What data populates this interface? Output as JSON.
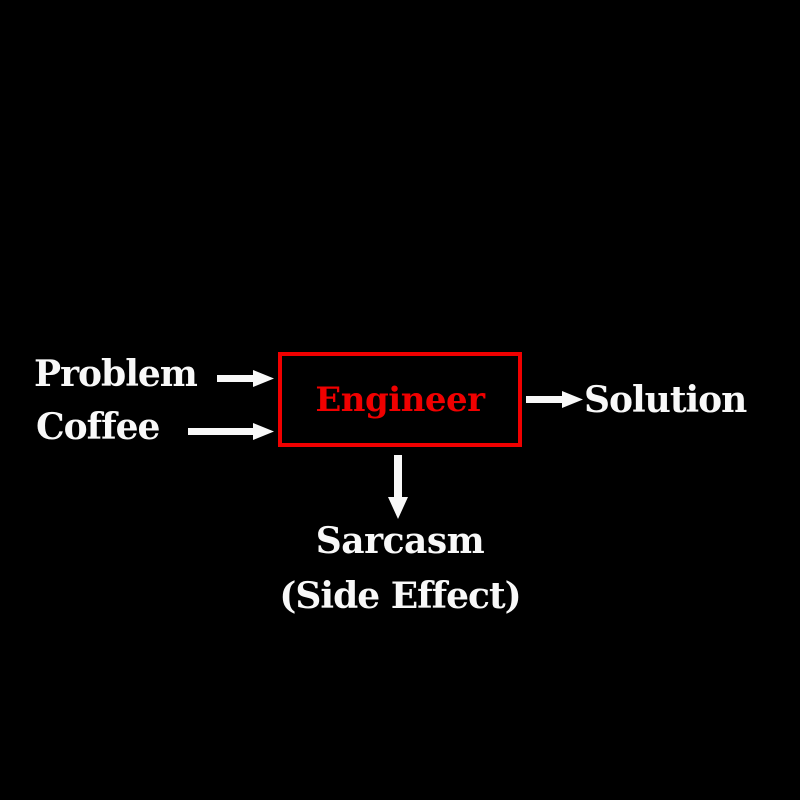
{
  "diagram": {
    "type": "process-block",
    "inputs": [
      {
        "id": "problem",
        "label": "Problem"
      },
      {
        "id": "coffee",
        "label": "Coffee"
      }
    ],
    "process": {
      "label": "Engineer"
    },
    "output": {
      "label": "Solution"
    },
    "side_effect": {
      "label": "Sarcasm",
      "note": "(Side Effect)"
    },
    "edges": [
      {
        "from": "Problem",
        "to": "Engineer"
      },
      {
        "from": "Coffee",
        "to": "Engineer"
      },
      {
        "from": "Engineer",
        "to": "Solution"
      },
      {
        "from": "Engineer",
        "to": "Sarcasm (Side Effect)"
      }
    ]
  },
  "colors": {
    "background": "#000000",
    "text": "#f8f8f8",
    "accent": "#f00000",
    "arrow": "#f8f8f8"
  }
}
